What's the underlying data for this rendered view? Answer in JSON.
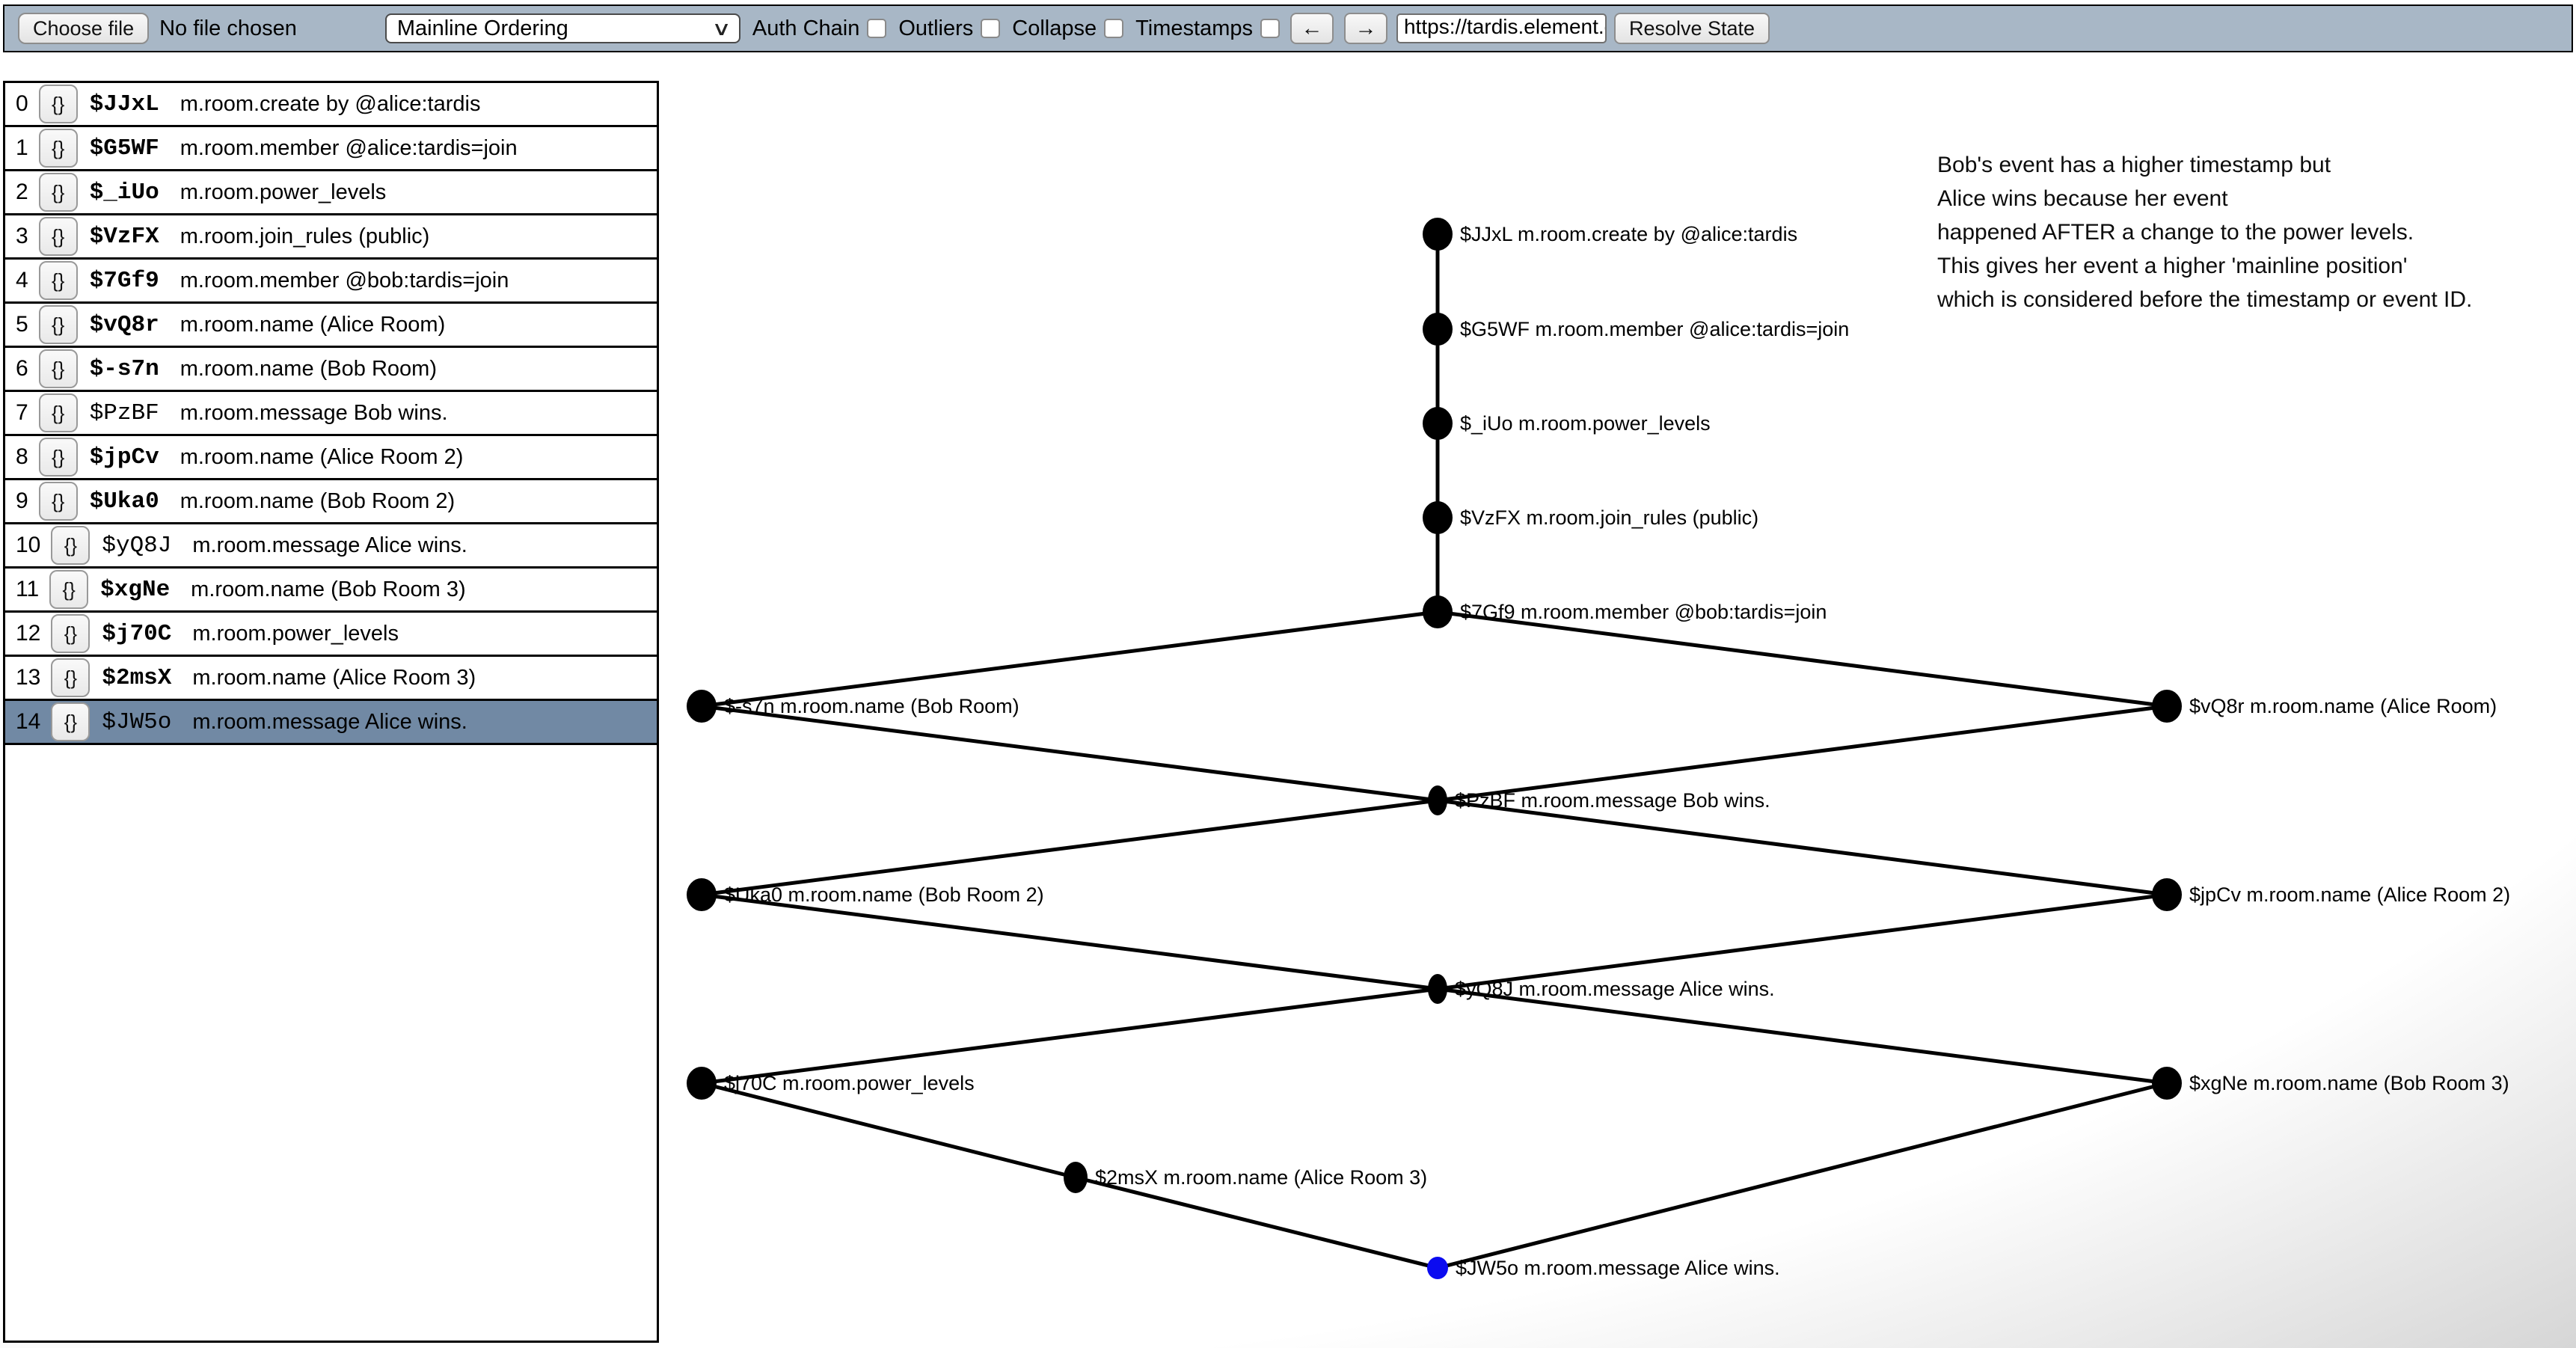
{
  "toolbar": {
    "choose_file_label": "Choose file",
    "file_status": "No file chosen",
    "ordering_select": {
      "value": "Mainline Ordering",
      "chevron": "∨"
    },
    "checkboxes": [
      {
        "label": "Auth Chain",
        "checked": false
      },
      {
        "label": "Outliers",
        "checked": false
      },
      {
        "label": "Collapse",
        "checked": false
      },
      {
        "label": "Timestamps",
        "checked": false
      }
    ],
    "back_label": "←",
    "forward_label": "→",
    "url_value": "https://tardis.element.dev",
    "resolve_button_label": "Resolve State"
  },
  "event_list": {
    "json_button_label": "{}",
    "rows": [
      {
        "index": "0",
        "event_id": "$JJxL",
        "description": "m.room.create by @alice:tardis",
        "state": true,
        "selected": false
      },
      {
        "index": "1",
        "event_id": "$G5WF",
        "description": "m.room.member @alice:tardis=join",
        "state": true,
        "selected": false
      },
      {
        "index": "2",
        "event_id": "$_iUo",
        "description": "m.room.power_levels",
        "state": true,
        "selected": false
      },
      {
        "index": "3",
        "event_id": "$VzFX",
        "description": "m.room.join_rules (public)",
        "state": true,
        "selected": false
      },
      {
        "index": "4",
        "event_id": "$7Gf9",
        "description": "m.room.member @bob:tardis=join",
        "state": true,
        "selected": false
      },
      {
        "index": "5",
        "event_id": "$vQ8r",
        "description": "m.room.name (Alice Room)",
        "state": true,
        "selected": false
      },
      {
        "index": "6",
        "event_id": "$-s7n",
        "description": "m.room.name (Bob Room)",
        "state": true,
        "selected": false
      },
      {
        "index": "7",
        "event_id": "$PzBF",
        "description": "m.room.message Bob wins.",
        "state": false,
        "selected": false
      },
      {
        "index": "8",
        "event_id": "$jpCv",
        "description": "m.room.name (Alice Room 2)",
        "state": true,
        "selected": false
      },
      {
        "index": "9",
        "event_id": "$Uka0",
        "description": "m.room.name (Bob Room 2)",
        "state": true,
        "selected": false
      },
      {
        "index": "10",
        "event_id": "$yQ8J",
        "description": "m.room.message Alice wins.",
        "state": false,
        "selected": false
      },
      {
        "index": "11",
        "event_id": "$xgNe",
        "description": "m.room.name (Bob Room 3)",
        "state": true,
        "selected": false
      },
      {
        "index": "12",
        "event_id": "$j70C",
        "description": "m.room.power_levels",
        "state": true,
        "selected": false
      },
      {
        "index": "13",
        "event_id": "$2msX",
        "description": "m.room.name (Alice Room 3)",
        "state": true,
        "selected": false
      },
      {
        "index": "14",
        "event_id": "$JW5o",
        "description": "m.room.message Alice wins.",
        "state": false,
        "selected": true
      }
    ]
  },
  "graph": {
    "nodes": [
      {
        "id": "$JJxL",
        "label": "$JJxL m.room.create by @alice:tardis",
        "selected": false
      },
      {
        "id": "$G5WF",
        "label": "$G5WF m.room.member @alice:tardis=join",
        "selected": false
      },
      {
        "id": "$_iUo",
        "label": "$_iUo m.room.power_levels",
        "selected": false
      },
      {
        "id": "$VzFX",
        "label": "$VzFX m.room.join_rules (public)",
        "selected": false
      },
      {
        "id": "$7Gf9",
        "label": "$7Gf9 m.room.member @bob:tardis=join",
        "selected": false
      },
      {
        "id": "$-s7n",
        "label": "$-s7n m.room.name (Bob Room)",
        "selected": false
      },
      {
        "id": "$vQ8r",
        "label": "$vQ8r m.room.name (Alice Room)",
        "selected": false
      },
      {
        "id": "$PzBF",
        "label": "$PzBF m.room.message Bob wins.",
        "selected": false
      },
      {
        "id": "$Uka0",
        "label": "$Uka0 m.room.name (Bob Room 2)",
        "selected": false
      },
      {
        "id": "$jpCv",
        "label": "$jpCv m.room.name (Alice Room 2)",
        "selected": false
      },
      {
        "id": "$yQ8J",
        "label": "$yQ8J m.room.message Alice wins.",
        "selected": false
      },
      {
        "id": "$j70C",
        "label": "$j70C m.room.power_levels",
        "selected": false
      },
      {
        "id": "$xgNe",
        "label": "$xgNe m.room.name (Bob Room 3)",
        "selected": false
      },
      {
        "id": "$2msX",
        "label": "$2msX m.room.name (Alice Room 3)",
        "selected": false
      },
      {
        "id": "$JW5o",
        "label": "$JW5o m.room.message Alice wins.",
        "selected": true
      }
    ],
    "edges": [
      [
        "$JJxL",
        "$G5WF"
      ],
      [
        "$G5WF",
        "$_iUo"
      ],
      [
        "$_iUo",
        "$VzFX"
      ],
      [
        "$VzFX",
        "$7Gf9"
      ],
      [
        "$7Gf9",
        "$-s7n"
      ],
      [
        "$7Gf9",
        "$vQ8r"
      ],
      [
        "$-s7n",
        "$PzBF"
      ],
      [
        "$vQ8r",
        "$PzBF"
      ],
      [
        "$PzBF",
        "$Uka0"
      ],
      [
        "$PzBF",
        "$jpCv"
      ],
      [
        "$Uka0",
        "$yQ8J"
      ],
      [
        "$jpCv",
        "$yQ8J"
      ],
      [
        "$yQ8J",
        "$j70C"
      ],
      [
        "$yQ8J",
        "$xgNe"
      ],
      [
        "$j70C",
        "$2msX"
      ],
      [
        "$2msX",
        "$JW5o"
      ],
      [
        "$xgNe",
        "$JW5o"
      ]
    ]
  },
  "annotation": {
    "lines": [
      "Bob's event has a higher timestamp but",
      "Alice wins because her event",
      "happened AFTER a change to the power levels.",
      "This gives her event a higher 'mainline position'",
      "which is considered before the timestamp or event ID."
    ]
  },
  "colors": {
    "toolbar_bg": "#a8b7c6",
    "selected_row_bg": "#7189a4",
    "node_default": "#000000",
    "node_selected": "#0b0bf0",
    "edge": "#000000"
  }
}
